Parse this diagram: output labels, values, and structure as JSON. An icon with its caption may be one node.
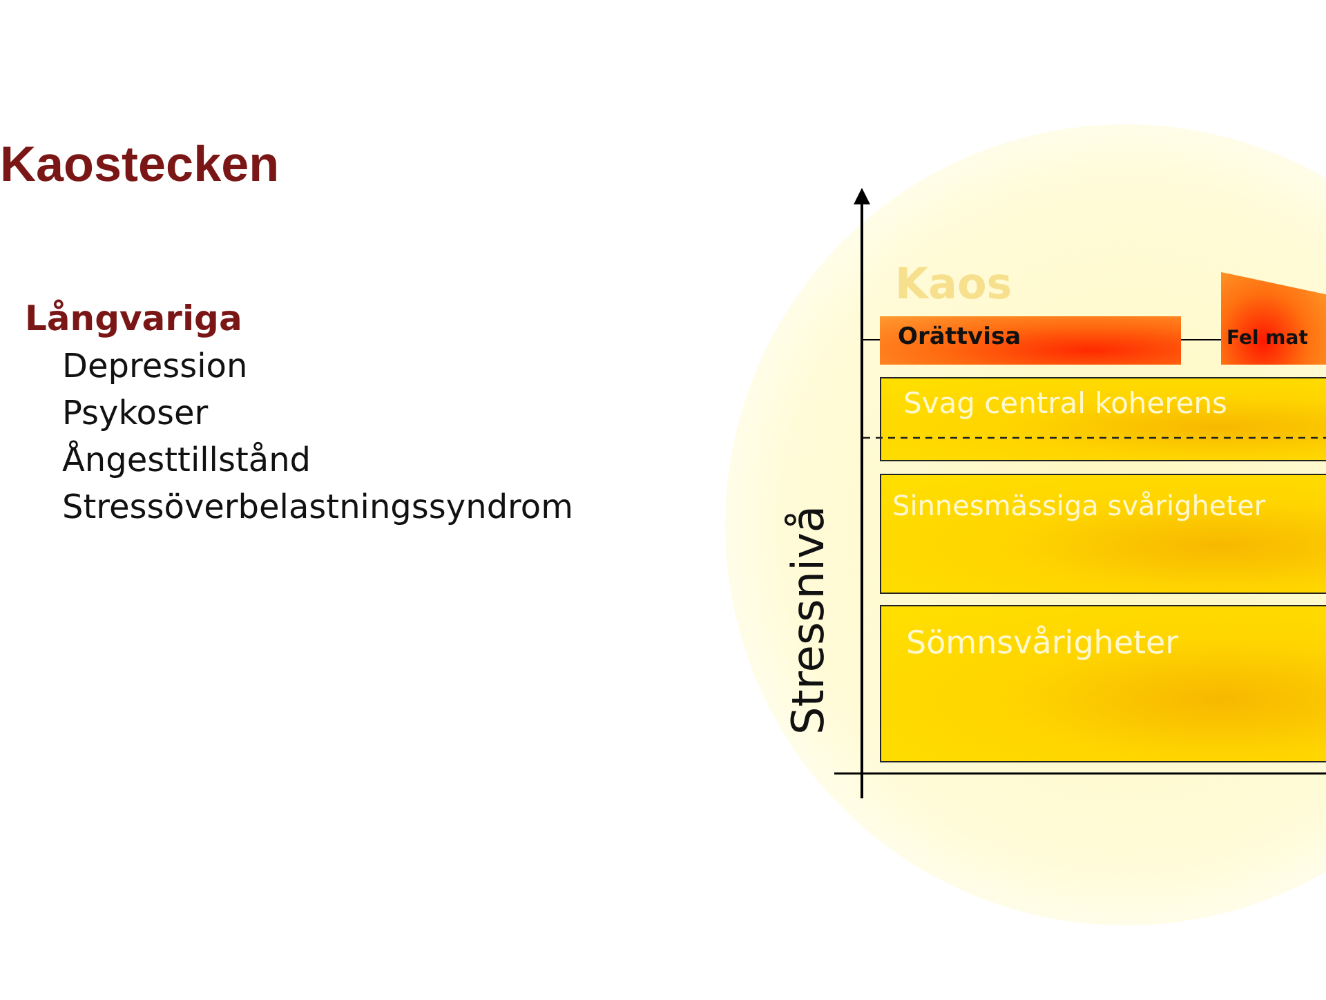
{
  "diagram": {
    "title": "Kaostecken",
    "nodes": [
      {
        "text": [
          "Orättvisa"
        ]
      },
      {
        "text": [
          "Fel mat"
        ]
      },
      {
        "text": [
          "Svag central koherens"
        ]
      },
      {
        "text": [
          "Sinnesmässiga svårigheter"
        ]
      },
      {
        "text": [
          "Sömnsvårigheter"
        ]
      }
    ],
    "labels": [
      "Långvariga",
      "Depression",
      "Psykoser",
      "Ångesttillstånd",
      "Stressöverbelastningssyndrom",
      "Kaos",
      "Stressnivå"
    ]
  }
}
